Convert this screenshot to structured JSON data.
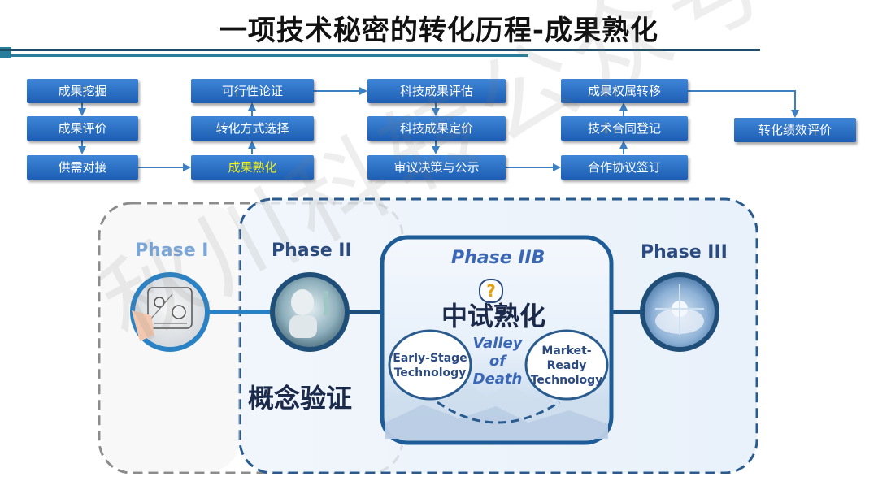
{
  "title": "一项技术秘密的转化历程-成果熟化",
  "flow": {
    "col1": [
      "成果挖掘",
      "成果评价",
      "供需对接"
    ],
    "col2": [
      "可行性论证",
      "转化方式选择",
      "成果熟化"
    ],
    "col3": [
      "科技成果评估",
      "科技成果定价",
      "审议决策与公示"
    ],
    "col4": [
      "成果权属转移",
      "技术合同登记",
      "合作协议签订"
    ],
    "final": "转化绩效评价"
  },
  "phases": {
    "phase1": "Phase I",
    "phase2": "Phase II",
    "phase2b": "Phase IIB",
    "phase3": "Phase III"
  },
  "labels": {
    "concept": "概念验证",
    "pilot": "中试熟化",
    "early": "Early-Stage Technology",
    "market": "Market-Ready Technology",
    "valley": "Valley of Death",
    "question": "?"
  },
  "watermark": "秋川科转公众号",
  "colors": {
    "box_top": "#3f86d8",
    "box_bottom": "#1c5eb3",
    "highlight_text": "#f4f21d",
    "phase_light": "#7aa7d8",
    "phase_dark": "#2a4a80",
    "connector": "#2e7bc0"
  }
}
